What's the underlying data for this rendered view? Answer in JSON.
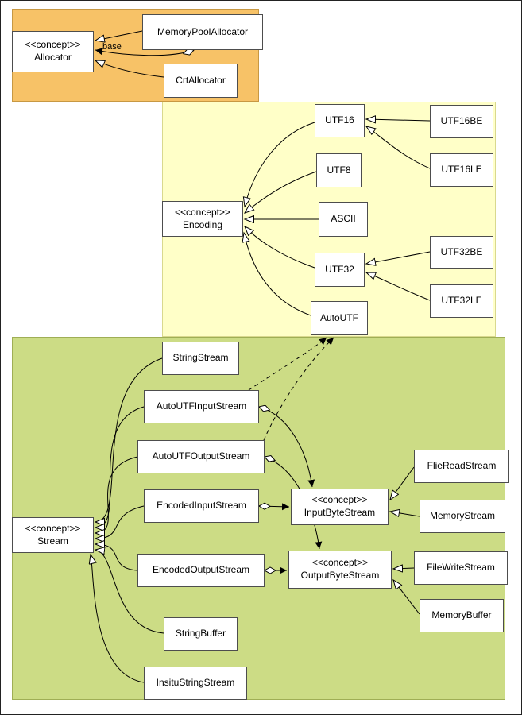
{
  "diagram": {
    "colors": {
      "allocator_region": "#F7C267",
      "encoding_region": "#FFFFC8",
      "stream_region": "#CCDC85",
      "node_fill": "#FFFFFF",
      "node_border": "#4D4D4D",
      "line": "#000000"
    },
    "nodes": {
      "allocator": {
        "stereotype": "<<concept>>",
        "name": "Allocator"
      },
      "memory_pool_allocator": {
        "name": "MemoryPoolAllocator"
      },
      "crt_allocator": {
        "name": "CrtAllocator"
      },
      "encoding": {
        "stereotype": "<<concept>>",
        "name": "Encoding"
      },
      "utf16": {
        "name": "UTF16"
      },
      "utf8": {
        "name": "UTF8"
      },
      "ascii": {
        "name": "ASCII"
      },
      "utf32": {
        "name": "UTF32"
      },
      "autoutf": {
        "name": "AutoUTF"
      },
      "utf16be": {
        "name": "UTF16BE"
      },
      "utf16le": {
        "name": "UTF16LE"
      },
      "utf32be": {
        "name": "UTF32BE"
      },
      "utf32le": {
        "name": "UTF32LE"
      },
      "stream": {
        "stereotype": "<<concept>>",
        "name": "Stream"
      },
      "string_stream": {
        "name": "StringStream"
      },
      "autoutf_input_stream": {
        "name": "AutoUTFInputStream"
      },
      "autoutf_output_stream": {
        "name": "AutoUTFOutputStream"
      },
      "encoded_input_stream": {
        "name": "EncodedInputStream"
      },
      "encoded_output_stream": {
        "name": "EncodedOutputStream"
      },
      "string_buffer": {
        "name": "StringBuffer"
      },
      "insitu_string_stream": {
        "name": "InsituStringStream"
      },
      "input_byte_stream": {
        "stereotype": "<<concept>>",
        "name": "InputByteStream"
      },
      "output_byte_stream": {
        "stereotype": "<<concept>>",
        "name": "OutputByteStream"
      },
      "flie_read_stream": {
        "name": "FlieReadStream"
      },
      "memory_stream": {
        "name": "MemoryStream"
      },
      "file_write_stream": {
        "name": "FileWriteStream"
      },
      "memory_buffer": {
        "name": "MemoryBuffer"
      }
    },
    "edge_labels": {
      "base": "base"
    },
    "edges": [
      {
        "from": "MemoryPoolAllocator",
        "to": "Allocator",
        "type": "realization"
      },
      {
        "from": "MemoryPoolAllocator",
        "to": "Allocator",
        "type": "aggregation",
        "label": "base"
      },
      {
        "from": "CrtAllocator",
        "to": "Allocator",
        "type": "realization"
      },
      {
        "from": "UTF16",
        "to": "Encoding",
        "type": "realization"
      },
      {
        "from": "UTF8",
        "to": "Encoding",
        "type": "realization"
      },
      {
        "from": "ASCII",
        "to": "Encoding",
        "type": "realization"
      },
      {
        "from": "UTF32",
        "to": "Encoding",
        "type": "realization"
      },
      {
        "from": "AutoUTF",
        "to": "Encoding",
        "type": "realization"
      },
      {
        "from": "UTF16BE",
        "to": "UTF16",
        "type": "realization"
      },
      {
        "from": "UTF16LE",
        "to": "UTF16",
        "type": "realization"
      },
      {
        "from": "UTF32BE",
        "to": "UTF32",
        "type": "realization"
      },
      {
        "from": "UTF32LE",
        "to": "UTF32",
        "type": "realization"
      },
      {
        "from": "StringStream",
        "to": "Stream",
        "type": "realization"
      },
      {
        "from": "AutoUTFInputStream",
        "to": "Stream",
        "type": "realization"
      },
      {
        "from": "AutoUTFOutputStream",
        "to": "Stream",
        "type": "realization"
      },
      {
        "from": "EncodedInputStream",
        "to": "Stream",
        "type": "realization"
      },
      {
        "from": "EncodedOutputStream",
        "to": "Stream",
        "type": "realization"
      },
      {
        "from": "StringBuffer",
        "to": "Stream",
        "type": "realization"
      },
      {
        "from": "InsituStringStream",
        "to": "Stream",
        "type": "realization"
      },
      {
        "from": "EncodedInputStream",
        "to": "InputByteStream",
        "type": "aggregation"
      },
      {
        "from": "EncodedOutputStream",
        "to": "OutputByteStream",
        "type": "aggregation"
      },
      {
        "from": "AutoUTFInputStream",
        "to": "InputByteStream",
        "type": "aggregation"
      },
      {
        "from": "AutoUTFOutputStream",
        "to": "OutputByteStream",
        "type": "aggregation"
      },
      {
        "from": "AutoUTFInputStream",
        "to": "AutoUTF",
        "type": "dependency"
      },
      {
        "from": "AutoUTFOutputStream",
        "to": "AutoUTF",
        "type": "dependency"
      },
      {
        "from": "FlieReadStream",
        "to": "InputByteStream",
        "type": "realization"
      },
      {
        "from": "MemoryStream",
        "to": "InputByteStream",
        "type": "realization"
      },
      {
        "from": "FileWriteStream",
        "to": "OutputByteStream",
        "type": "realization"
      },
      {
        "from": "MemoryBuffer",
        "to": "OutputByteStream",
        "type": "realization"
      }
    ]
  }
}
